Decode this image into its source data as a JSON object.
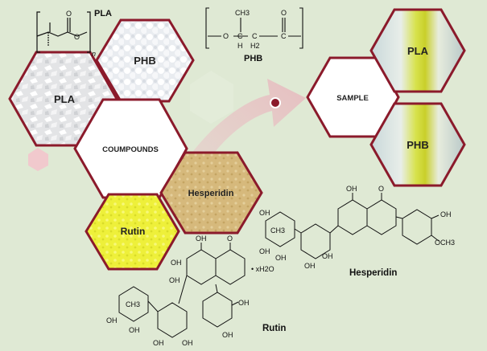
{
  "background_color": "#dfe9d4",
  "accent_color": "#8b1a2b",
  "arrow_color": "#e7b9bf",
  "hexagons": {
    "plahex": "PLA",
    "phbhex": "PHB",
    "compounds": "COUMPOUNDS",
    "hesperidin": "Hesperidin",
    "rutin": "Rutin",
    "sample": "SAMPLE",
    "sample_pla": "PLA",
    "sample_phb": "PHB"
  },
  "structures": {
    "pla_title": "PLA",
    "pla_subscript": "n",
    "phb_title": "PHB",
    "phb_ch3": "CH3",
    "phb_h": "H",
    "phb_ch2": "H2",
    "hesperidin_name": "Hesperidin",
    "rutin_name": "Rutin",
    "rutin_water": "• xH2O",
    "oh": "OH",
    "o": "O",
    "ch3": "CH3",
    "och3": "OCH3",
    "c": "C"
  }
}
